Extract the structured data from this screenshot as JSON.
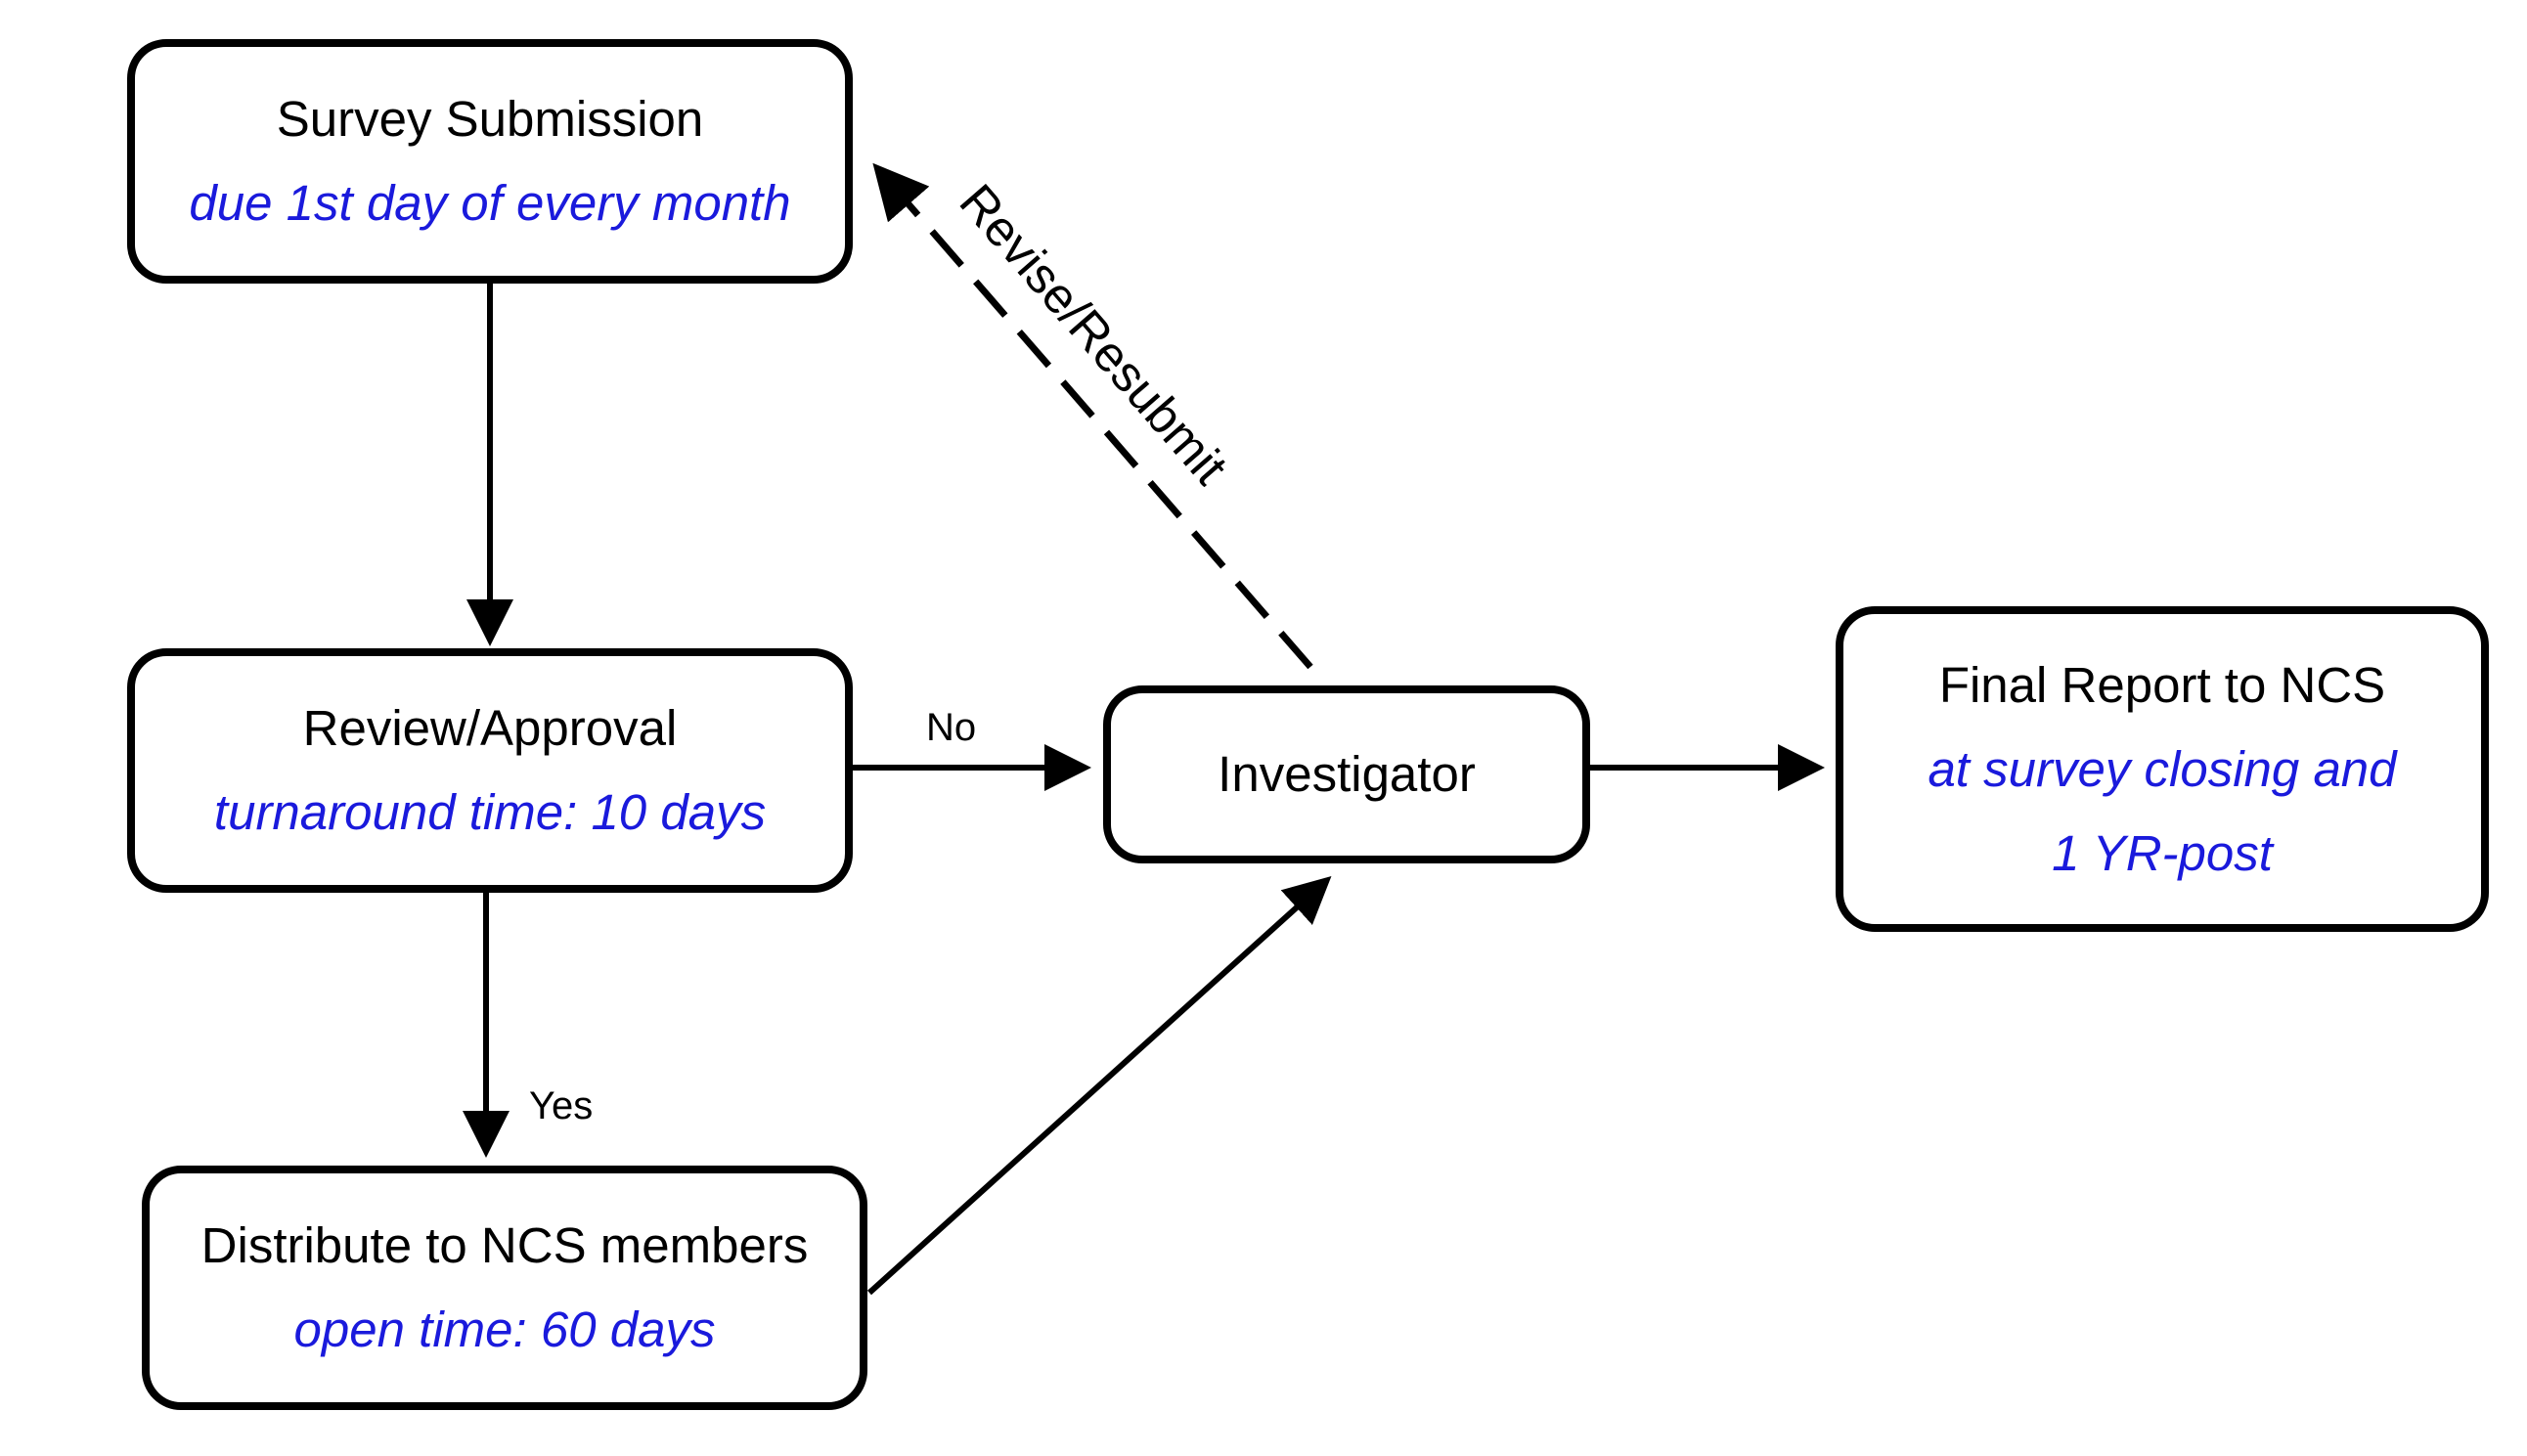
{
  "nodes": {
    "survey_submission": {
      "title": "Survey Submission",
      "subtitle": "due 1st day of every month"
    },
    "review_approval": {
      "title": "Review/Approval",
      "subtitle": "turnaround time: 10 days"
    },
    "distribute": {
      "title": "Distribute to NCS members",
      "subtitle": "open time: 60 days"
    },
    "investigator": {
      "title": "Investigator"
    },
    "final_report": {
      "title": "Final Report to NCS",
      "subtitle_line1": "at survey closing and",
      "subtitle_line2": "1 YR-post"
    }
  },
  "edges": {
    "no_label": "No",
    "yes_label": "Yes",
    "revise_label": "Revise/Resubmit"
  },
  "colors": {
    "box_border": "#000000",
    "title_text": "#000000",
    "subtitle_text": "#1a1adc",
    "arrow": "#000000"
  }
}
